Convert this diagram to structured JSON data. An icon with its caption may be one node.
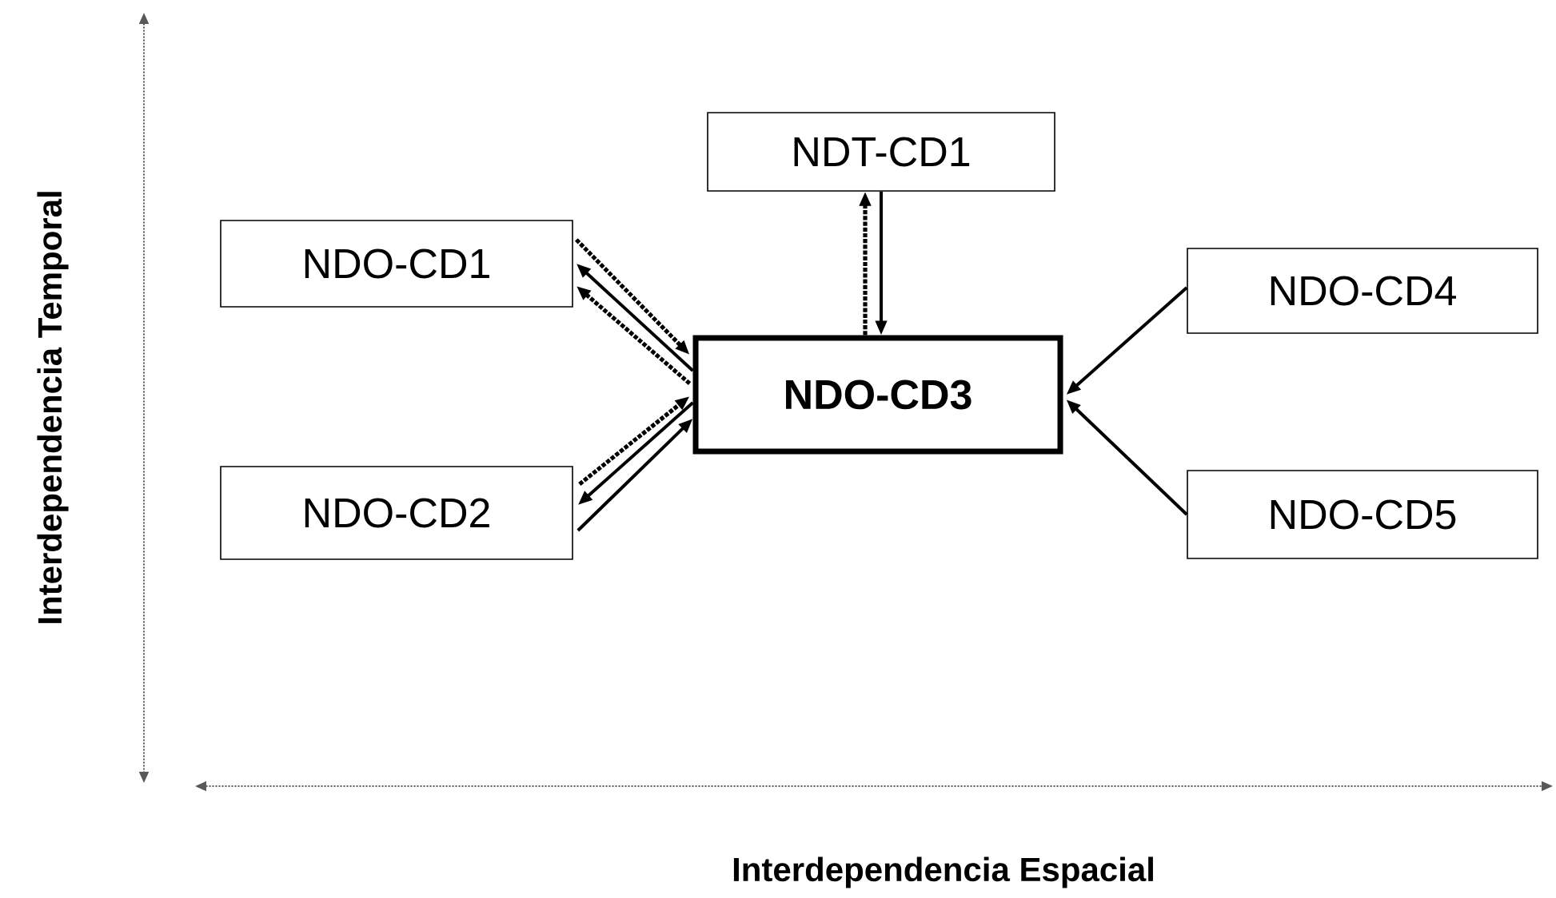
{
  "diagram": {
    "nodes": [
      {
        "text": [
          "NDT-CD1"
        ]
      },
      {
        "text": [
          "NDO-CD1"
        ]
      },
      {
        "text": [
          "NDO-CD2"
        ]
      },
      {
        "text": [
          "NDO-CD3"
        ]
      },
      {
        "text": [
          "NDO-CD4"
        ]
      },
      {
        "text": [
          "NDO-CD5"
        ]
      }
    ],
    "edges": [
      {
        "from": 3,
        "to": 1,
        "arrow": "to"
      },
      {
        "from": 1,
        "to": 3,
        "arrow": "to",
        "style": "dashed"
      },
      {
        "from": 3,
        "to": 1,
        "arrow": "to",
        "style": "dashed"
      },
      {
        "from": 0,
        "to": 3,
        "arrow": "to"
      },
      {
        "from": 3,
        "to": 0,
        "arrow": "to",
        "style": "dashed"
      },
      {
        "from": 2,
        "to": 3,
        "arrow": "to",
        "style": "dashed"
      },
      {
        "from": 3,
        "to": 2,
        "arrow": "to"
      },
      {
        "from": 2,
        "to": 3,
        "arrow": "to"
      },
      {
        "from": 4,
        "to": 3,
        "arrow": "to"
      },
      {
        "from": 5,
        "to": 3,
        "arrow": "to"
      }
    ],
    "labels": [
      "Interdependencia Temporal",
      "Interdependencia Espacial"
    ]
  }
}
